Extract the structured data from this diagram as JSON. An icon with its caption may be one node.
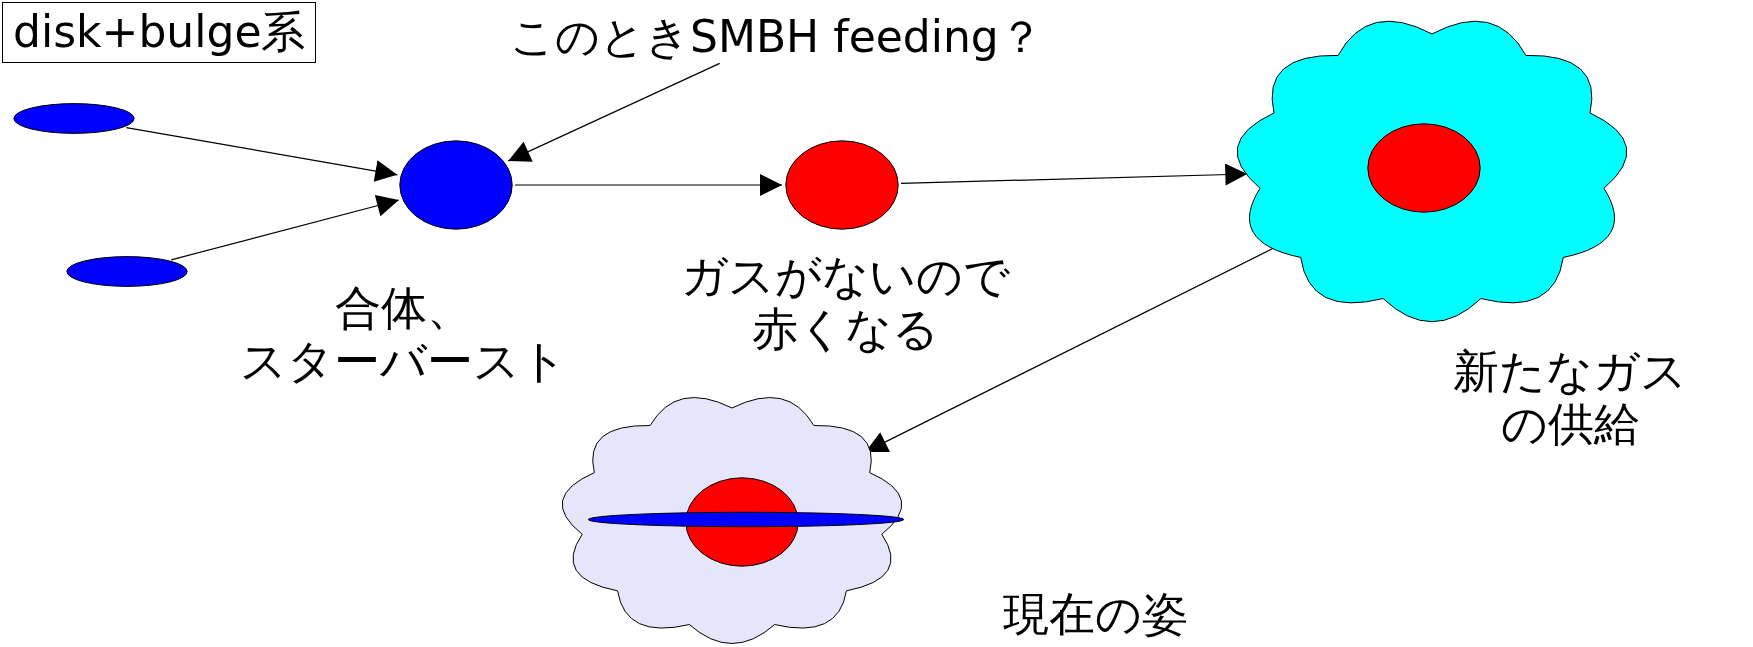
{
  "diagram": {
    "nodes": [
      {
        "text": [
          "disk+bulge系"
        ]
      },
      {
        "text": [],
        "shape": "ellipse"
      },
      {
        "text": [],
        "shape": "ellipse"
      },
      {
        "text": [],
        "shape": "circle"
      },
      {
        "text": [],
        "shape": "circle",
        "beside": [
          "ガスがないので赤くなる"
        ]
      },
      {
        "text": [],
        "shape": "cloud",
        "beside": [
          "新たなガスの供給"
        ]
      },
      {
        "text": [],
        "shape": "circle",
        "in": 5
      },
      {
        "text": [],
        "shape": "cloud",
        "beside": [
          "現在の姿"
        ]
      },
      {
        "text": [],
        "shape": "circle",
        "in": 7
      },
      {
        "text": [],
        "shape": "ellipse",
        "in": 7
      },
      {
        "text": [
          "このときSMBH feeding？"
        ]
      }
    ],
    "edges": [
      {
        "from": 1,
        "to": 3,
        "arrow": "to"
      },
      {
        "from": 2,
        "to": 3,
        "arrow": "to"
      },
      {
        "from": 10,
        "to": 3,
        "arrow": "to"
      },
      {
        "from": 3,
        "to": 4,
        "arrow": "to"
      },
      {
        "from": 4,
        "to": 5,
        "arrow": "to"
      },
      {
        "from": 5,
        "to": 7,
        "arrow": "to"
      }
    ],
    "labels": [
      "合体、スターバースト"
    ]
  }
}
